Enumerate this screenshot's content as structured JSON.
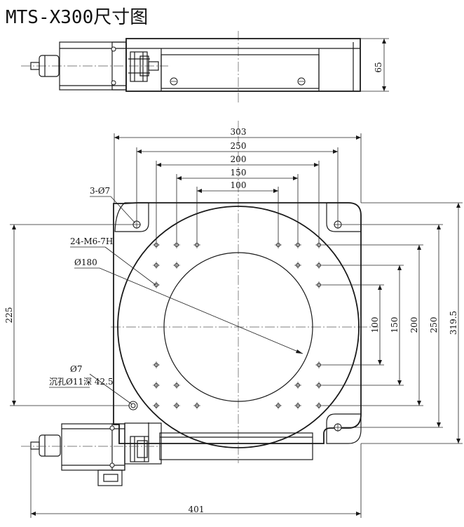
{
  "title": "MTS-X300尺寸图",
  "labels": {
    "height_65": "65",
    "dim_303": "303",
    "dim_250_top": "250",
    "dim_200_top": "200",
    "dim_150_top": "150",
    "dim_100_top": "100",
    "dim_225": "225",
    "dim_100_right": "100",
    "dim_150_right": "150",
    "dim_200_right": "200",
    "dim_250_right": "250",
    "dim_319_5": "319.5",
    "dim_401": "401",
    "holes_3_d7": "3-Ø7",
    "thread_24_m6": "24-M6-7H",
    "bore_d180": "Ø180",
    "hole_d7": "Ø7",
    "counterbore": "沉孔Ø11深 42.5"
  }
}
